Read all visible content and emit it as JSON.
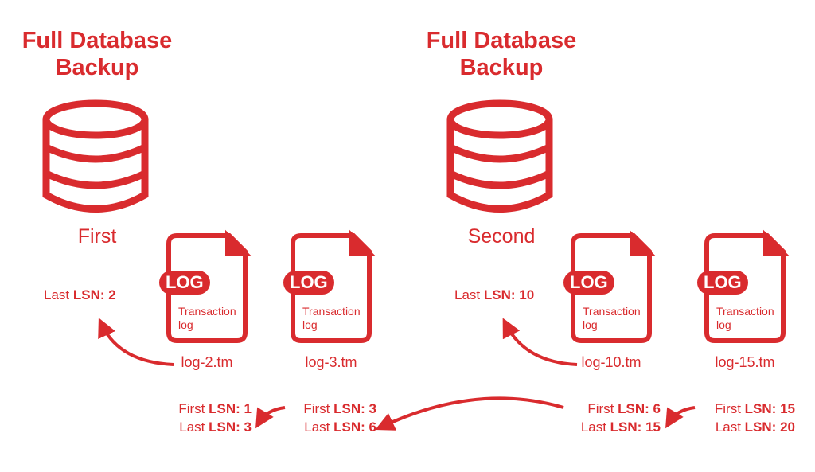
{
  "theme": {
    "accent": "#d92b2e"
  },
  "backups": [
    {
      "title_line1": "Full Database",
      "title_line2": "Backup",
      "label": "First",
      "last_lsn_prefix": "Last ",
      "last_lsn_key": "LSN:",
      "last_lsn_value": "2"
    },
    {
      "title_line1": "Full Database",
      "title_line2": "Backup",
      "label": "Second",
      "last_lsn_prefix": "Last ",
      "last_lsn_key": "LSN:",
      "last_lsn_value": "10"
    }
  ],
  "logs": [
    {
      "badge": "LOG",
      "line1": "Transaction",
      "line2": "log",
      "file": "log-2.tm",
      "first_prefix": "First ",
      "first_key": "LSN:",
      "first_value": "1",
      "last_prefix": "Last ",
      "last_key": "LSN:",
      "last_value": "3"
    },
    {
      "badge": "LOG",
      "line1": "Transaction",
      "line2": "log",
      "file": "log-3.tm",
      "first_prefix": "First ",
      "first_key": "LSN:",
      "first_value": "3",
      "last_prefix": "Last ",
      "last_key": "LSN:",
      "last_value": "6"
    },
    {
      "badge": "LOG",
      "line1": "Transaction",
      "line2": "log",
      "file": "log-10.tm",
      "first_prefix": "First ",
      "first_key": "LSN:",
      "first_value": "6",
      "last_prefix": "Last ",
      "last_key": "LSN:",
      "last_value": "15"
    },
    {
      "badge": "LOG",
      "line1": "Transaction",
      "line2": "log",
      "file": "log-15.tm",
      "first_prefix": "First ",
      "first_key": "LSN:",
      "first_value": "15",
      "last_prefix": "Last ",
      "last_key": "LSN:",
      "last_value": "20"
    }
  ],
  "icons": {
    "database": "database-icon",
    "document": "document-icon",
    "arrow": "curved-arrow-icon"
  }
}
